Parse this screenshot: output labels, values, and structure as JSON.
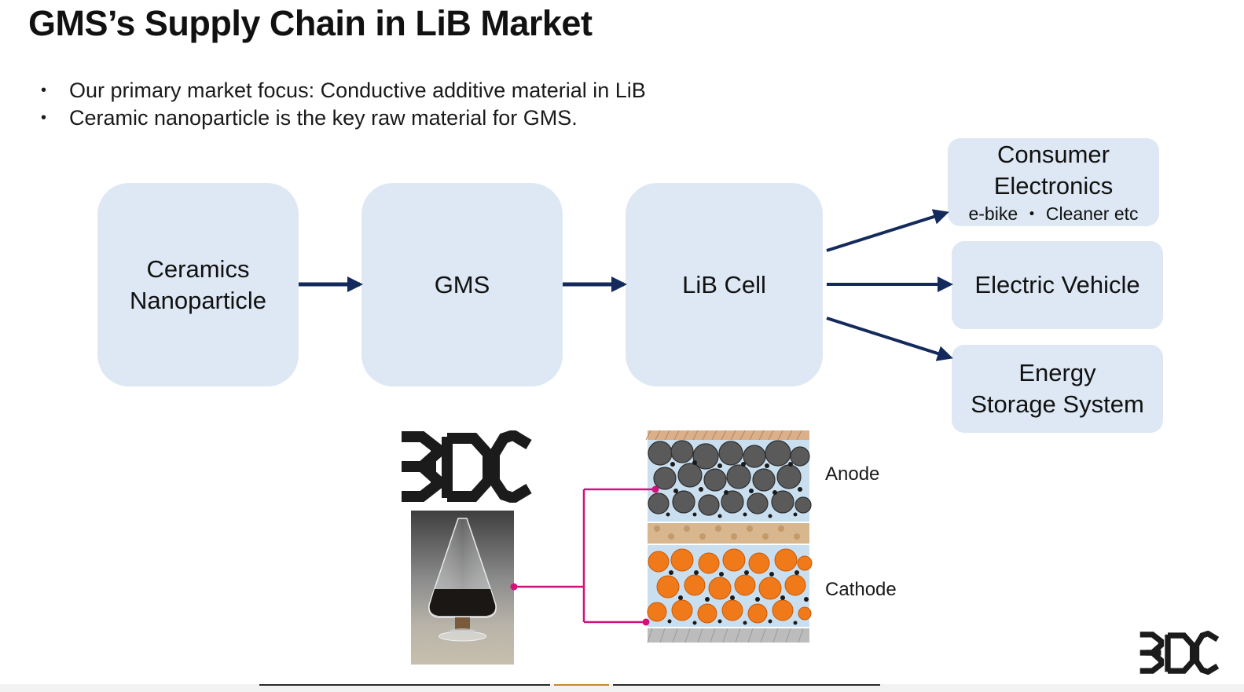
{
  "slide": {
    "title": "GMS’s Supply Chain in LiB Market",
    "bullets": [
      "Our primary market focus: Conductive additive material in LiB",
      "Ceramic nanoparticle is the key raw material for GMS."
    ]
  },
  "flow": {
    "ceramics": {
      "line1": "Ceramics",
      "line2": "Nanoparticle"
    },
    "gms": {
      "label": "GMS"
    },
    "lib_cell": {
      "label": "LiB Cell"
    },
    "consumer": {
      "line1": "Consumer",
      "line2": "Electronics",
      "sub": "e-bike ・ Cleaner etc"
    },
    "ev": {
      "label": "Electric Vehicle"
    },
    "ess": {
      "line1": "Energy",
      "line2": "Storage System"
    }
  },
  "diagram": {
    "anode_label": "Anode",
    "cathode_label": "Cathode"
  },
  "colors": {
    "box_fill": "#dde8f4",
    "arrow": "#142a5c",
    "connector": "#d1127a",
    "cathode_particle": "#f07a1a",
    "anode_particle": "#5a5a5a"
  },
  "icons": [
    "company-logo",
    "powder-flask-photo",
    "battery-cross-section"
  ]
}
